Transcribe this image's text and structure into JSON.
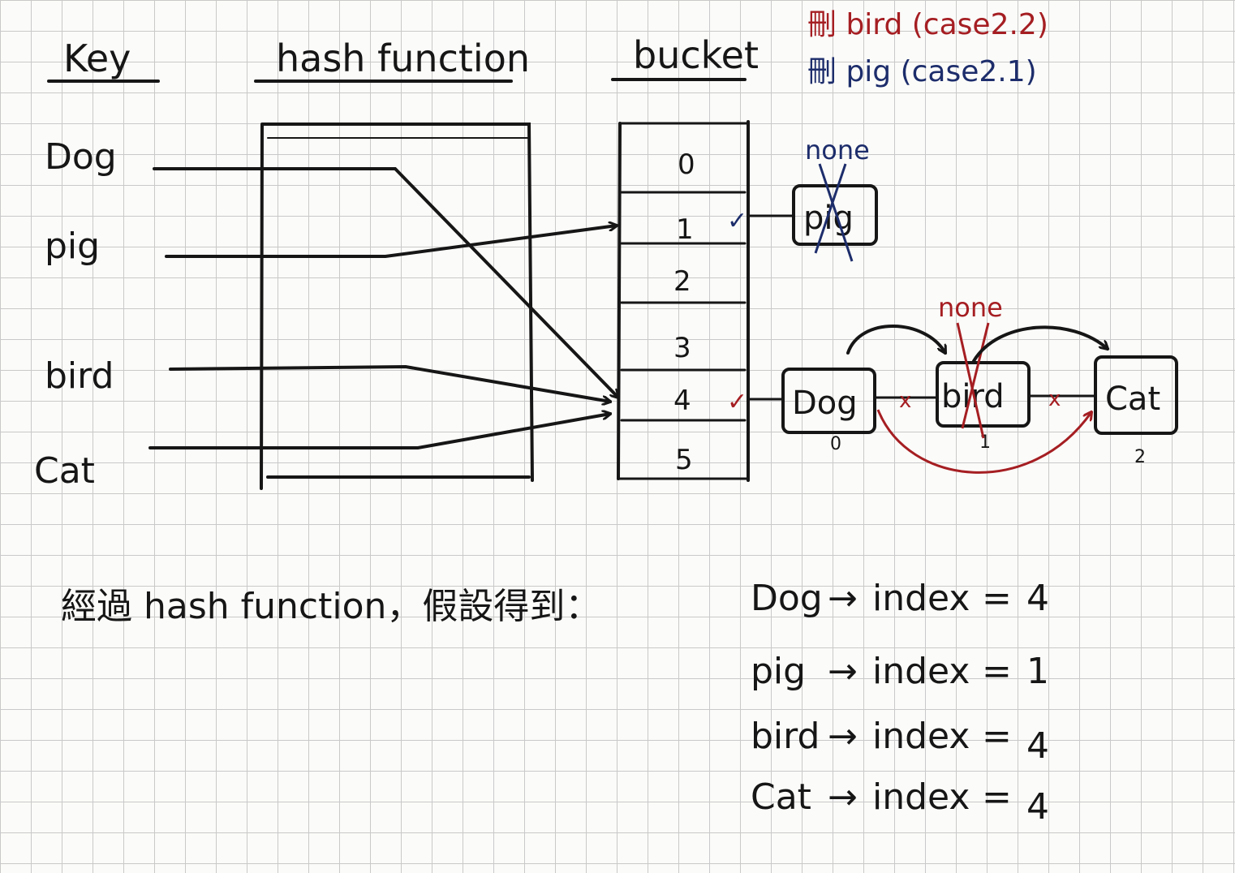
{
  "headers": {
    "key": "Key",
    "hash_function": "hash function",
    "bucket": "bucket"
  },
  "keys": [
    "Dog",
    "pig",
    "bird",
    "Cat"
  ],
  "bucket_indices": [
    "0",
    "1",
    "2",
    "3",
    "4",
    "5"
  ],
  "deletions": {
    "bird": "刪 bird (case2.2)",
    "pig": "刪 pig (case2.1)"
  },
  "chain1": {
    "node": "pig",
    "replaced_by": "none"
  },
  "chain4": {
    "nodes": [
      "Dog",
      "bird",
      "Cat"
    ],
    "positions": [
      "0",
      "1",
      "2"
    ],
    "replaced_by": "none"
  },
  "cross_mark": "x",
  "check_mark": "✓",
  "colors": {
    "ink": "#161616",
    "red": "#a51e22",
    "blue": "#1d2d6b"
  },
  "note": {
    "intro": "經過 hash function，假設得到：",
    "mappings": [
      {
        "key": "Dog",
        "arrow": "→",
        "label": "index",
        "eq": "=",
        "value": "4"
      },
      {
        "key": "pig",
        "arrow": "→",
        "label": "index",
        "eq": "=",
        "value": "1"
      },
      {
        "key": "bird",
        "arrow": "→",
        "label": "index",
        "eq": "=",
        "value": "4"
      },
      {
        "key": "Cat",
        "arrow": "→",
        "label": "index",
        "eq": "=",
        "value": "4"
      }
    ]
  }
}
